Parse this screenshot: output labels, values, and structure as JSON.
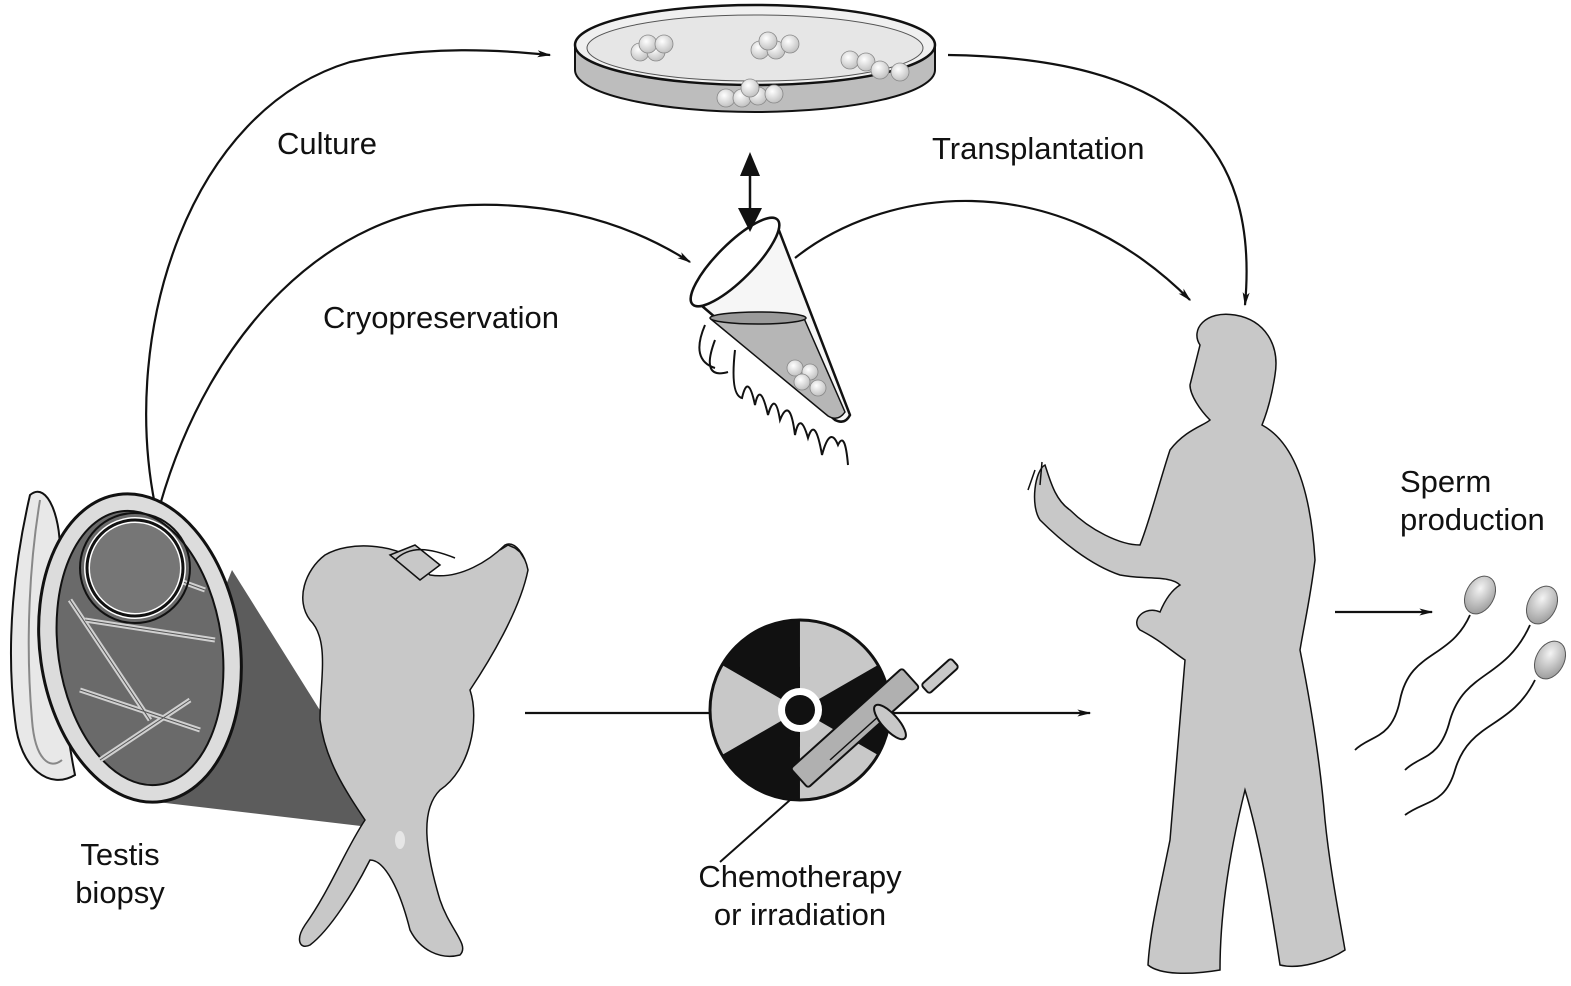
{
  "labels": {
    "culture": "Culture",
    "transplantation": "Transplantation",
    "cryopreservation": "Cryopreservation",
    "testis_biopsy_line1": "Testis",
    "testis_biopsy_line2": "biopsy",
    "chemo_line1": "Chemotherapy",
    "chemo_line2": "or irradiation",
    "sperm_line1": "Sperm",
    "sperm_line2": "production"
  },
  "colors": {
    "figure_gray": "#c8c8c8",
    "dark_gray": "#5a5a5a",
    "line": "#111111",
    "background": "#ffffff"
  },
  "icons": [
    "petri-dish-icon",
    "cryo-tube-icon",
    "testis-icon",
    "child-figure-icon",
    "adult-figure-icon",
    "radiation-symbol-icon",
    "syringe-icon",
    "sperm-cell-icon"
  ]
}
